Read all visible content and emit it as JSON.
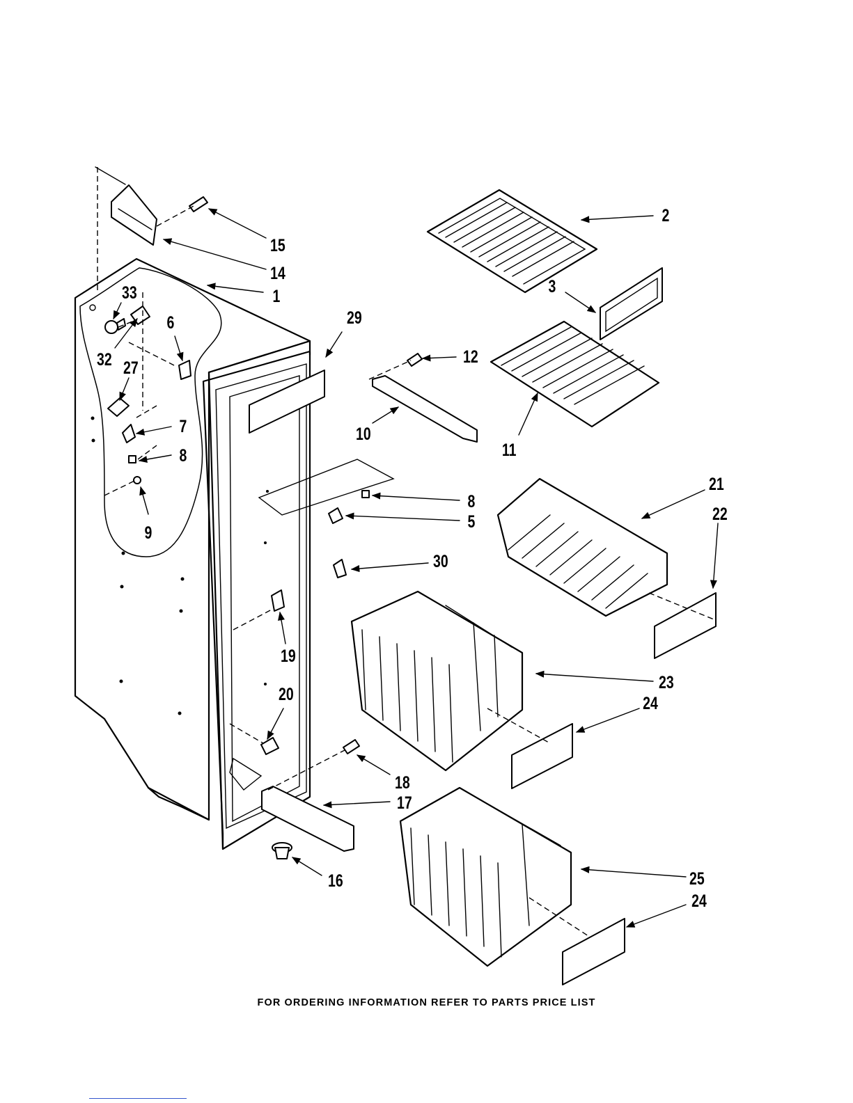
{
  "footer_text": "FOR ORDERING INFORMATION REFER TO PARTS PRICE LIST",
  "callouts": [
    "15",
    "14",
    "1",
    "33",
    "32",
    "6",
    "27",
    "7",
    "8",
    "9",
    "29",
    "2",
    "3",
    "12",
    "10",
    "11",
    "21",
    "22",
    "8",
    "5",
    "30",
    "19",
    "23",
    "24",
    "20",
    "18",
    "17",
    "16",
    "25",
    "24"
  ]
}
